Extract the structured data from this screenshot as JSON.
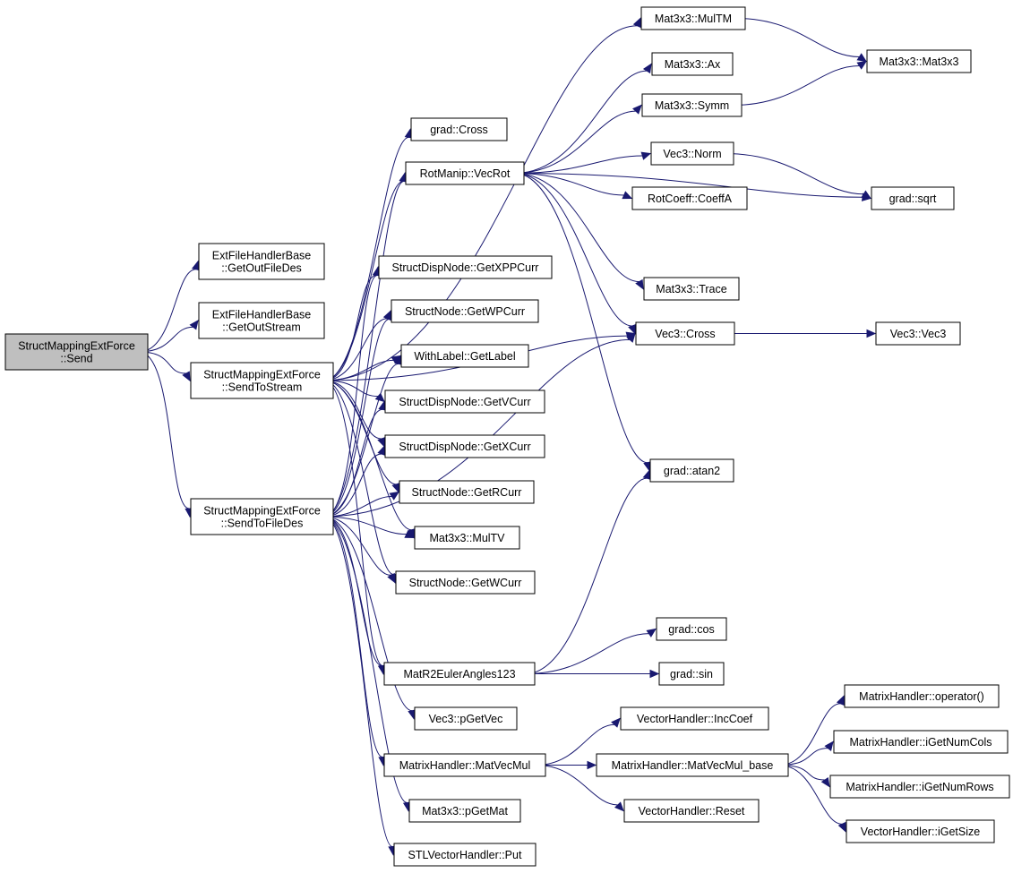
{
  "colors": {
    "edge": "#191970",
    "root_fill": "#bfbfbf",
    "node_fill": "#ffffff",
    "border": "#000000"
  },
  "nodes": {
    "send": {
      "lines": [
        "StructMappingExtForce",
        "::Send"
      ]
    },
    "getoutfiledes": {
      "lines": [
        "ExtFileHandlerBase",
        "::GetOutFileDes"
      ]
    },
    "getoutstream": {
      "lines": [
        "ExtFileHandlerBase",
        "::GetOutStream"
      ]
    },
    "sendtostream": {
      "lines": [
        "StructMappingExtForce",
        "::SendToStream"
      ]
    },
    "sendtofiledes": {
      "lines": [
        "StructMappingExtForce",
        "::SendToFileDes"
      ]
    },
    "multm": {
      "lines": [
        "Mat3x3::MulTM"
      ]
    },
    "gradcross": {
      "lines": [
        "grad::Cross"
      ]
    },
    "vecrot": {
      "lines": [
        "RotManip::VecRot"
      ]
    },
    "getxppcurr": {
      "lines": [
        "StructDispNode::GetXPPCurr"
      ]
    },
    "getwpcurr": {
      "lines": [
        "StructNode::GetWPCurr"
      ]
    },
    "getlabel": {
      "lines": [
        "WithLabel::GetLabel"
      ]
    },
    "getvcurr": {
      "lines": [
        "StructDispNode::GetVCurr"
      ]
    },
    "getxcurr": {
      "lines": [
        "StructDispNode::GetXCurr"
      ]
    },
    "getrcurr": {
      "lines": [
        "StructNode::GetRCurr"
      ]
    },
    "multv": {
      "lines": [
        "Mat3x3::MulTV"
      ]
    },
    "getwcurr": {
      "lines": [
        "StructNode::GetWCurr"
      ]
    },
    "eulerangles": {
      "lines": [
        "MatR2EulerAngles123"
      ]
    },
    "pgetvec": {
      "lines": [
        "Vec3::pGetVec"
      ]
    },
    "matvecmul": {
      "lines": [
        "MatrixHandler::MatVecMul"
      ]
    },
    "pgetmat": {
      "lines": [
        "Mat3x3::pGetMat"
      ]
    },
    "put": {
      "lines": [
        "STLVectorHandler::Put"
      ]
    },
    "ax": {
      "lines": [
        "Mat3x3::Ax"
      ]
    },
    "symm": {
      "lines": [
        "Mat3x3::Symm"
      ]
    },
    "norm": {
      "lines": [
        "Vec3::Norm"
      ]
    },
    "coeffa": {
      "lines": [
        "RotCoeff::CoeffA"
      ]
    },
    "trace": {
      "lines": [
        "Mat3x3::Trace"
      ]
    },
    "veccross": {
      "lines": [
        "Vec3::Cross"
      ]
    },
    "atan2": {
      "lines": [
        "grad::atan2"
      ]
    },
    "cos": {
      "lines": [
        "grad::cos"
      ]
    },
    "sin": {
      "lines": [
        "grad::sin"
      ]
    },
    "inccoef": {
      "lines": [
        "VectorHandler::IncCoef"
      ]
    },
    "matvecmulbase": {
      "lines": [
        "MatrixHandler::MatVecMul_base"
      ]
    },
    "reset": {
      "lines": [
        "VectorHandler::Reset"
      ]
    },
    "mat3x3": {
      "lines": [
        "Mat3x3::Mat3x3"
      ]
    },
    "sqrt": {
      "lines": [
        "grad::sqrt"
      ]
    },
    "vec3": {
      "lines": [
        "Vec3::Vec3"
      ]
    },
    "operator": {
      "lines": [
        "MatrixHandler::operator()"
      ]
    },
    "igetnumcols": {
      "lines": [
        "MatrixHandler::iGetNumCols"
      ]
    },
    "igetnumrows": {
      "lines": [
        "MatrixHandler::iGetNumRows"
      ]
    },
    "igetsize": {
      "lines": [
        "VectorHandler::iGetSize"
      ]
    }
  },
  "edges": [
    [
      "send",
      "getoutfiledes"
    ],
    [
      "send",
      "getoutstream"
    ],
    [
      "send",
      "sendtostream"
    ],
    [
      "send",
      "sendtofiledes"
    ],
    [
      "sendtostream",
      "multm"
    ],
    [
      "sendtostream",
      "gradcross"
    ],
    [
      "sendtostream",
      "vecrot"
    ],
    [
      "sendtostream",
      "getxppcurr"
    ],
    [
      "sendtostream",
      "getwpcurr"
    ],
    [
      "sendtostream",
      "getlabel"
    ],
    [
      "sendtostream",
      "getvcurr"
    ],
    [
      "sendtostream",
      "getxcurr"
    ],
    [
      "sendtostream",
      "getrcurr"
    ],
    [
      "sendtostream",
      "multv"
    ],
    [
      "sendtostream",
      "getwcurr"
    ],
    [
      "sendtostream",
      "eulerangles"
    ],
    [
      "sendtostream",
      "veccross"
    ],
    [
      "sendtofiledes",
      "vecrot"
    ],
    [
      "sendtofiledes",
      "getxppcurr"
    ],
    [
      "sendtofiledes",
      "getwpcurr"
    ],
    [
      "sendtofiledes",
      "getlabel"
    ],
    [
      "sendtofiledes",
      "getvcurr"
    ],
    [
      "sendtofiledes",
      "getxcurr"
    ],
    [
      "sendtofiledes",
      "getrcurr"
    ],
    [
      "sendtofiledes",
      "multv"
    ],
    [
      "sendtofiledes",
      "getwcurr"
    ],
    [
      "sendtofiledes",
      "eulerangles"
    ],
    [
      "sendtofiledes",
      "pgetvec"
    ],
    [
      "sendtofiledes",
      "matvecmul"
    ],
    [
      "sendtofiledes",
      "pgetmat"
    ],
    [
      "sendtofiledes",
      "put"
    ],
    [
      "sendtofiledes",
      "veccross"
    ],
    [
      "multm",
      "mat3x3"
    ],
    [
      "symm",
      "mat3x3"
    ],
    [
      "vecrot",
      "ax"
    ],
    [
      "vecrot",
      "symm"
    ],
    [
      "vecrot",
      "norm"
    ],
    [
      "vecrot",
      "coeffa"
    ],
    [
      "vecrot",
      "sqrt"
    ],
    [
      "vecrot",
      "trace"
    ],
    [
      "vecrot",
      "veccross"
    ],
    [
      "vecrot",
      "atan2"
    ],
    [
      "norm",
      "sqrt"
    ],
    [
      "veccross",
      "vec3"
    ],
    [
      "eulerangles",
      "cos"
    ],
    [
      "eulerangles",
      "sin"
    ],
    [
      "eulerangles",
      "atan2"
    ],
    [
      "matvecmul",
      "inccoef"
    ],
    [
      "matvecmul",
      "matvecmulbase"
    ],
    [
      "matvecmul",
      "reset"
    ],
    [
      "matvecmulbase",
      "operator"
    ],
    [
      "matvecmulbase",
      "igetnumcols"
    ],
    [
      "matvecmulbase",
      "igetnumrows"
    ],
    [
      "matvecmulbase",
      "igetsize"
    ]
  ]
}
